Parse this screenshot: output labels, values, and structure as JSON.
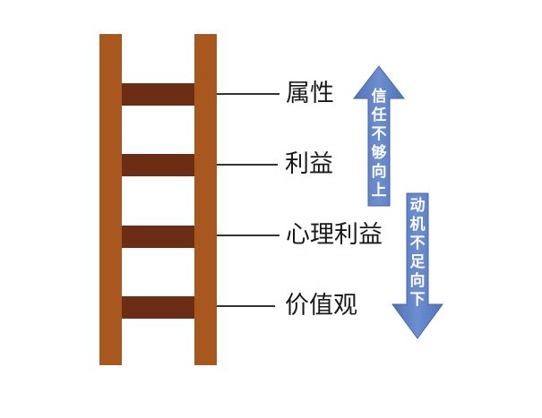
{
  "ladder": {
    "levels": [
      {
        "label": "属性"
      },
      {
        "label": "利益"
      },
      {
        "label": "心理利益"
      },
      {
        "label": "价值观"
      }
    ]
  },
  "arrows": {
    "up": {
      "direction": "up",
      "chars": [
        "信",
        "任",
        "不",
        "够",
        "向",
        "上"
      ],
      "color": "#5b7fc4"
    },
    "down": {
      "direction": "down",
      "chars": [
        "动",
        "机",
        "不",
        "足",
        "向",
        "下"
      ],
      "color": "#5b7fc4"
    }
  },
  "colors": {
    "rail": "#a8581f",
    "rung": "#6b2e14",
    "leader_line": "#333333"
  }
}
